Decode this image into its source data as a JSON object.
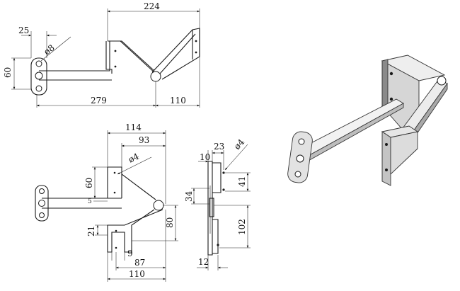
{
  "top_view": {
    "dims": {
      "d224": "224",
      "d25": "25",
      "d60": "60",
      "dia8": "ø8",
      "d279": "279",
      "d110": "110"
    }
  },
  "front_view": {
    "dims": {
      "d114": "114",
      "d93": "93",
      "dia4": "ø4",
      "d60": "60",
      "d5": "5",
      "d80": "80",
      "d21": "21",
      "d9": "9",
      "d87": "87",
      "d110": "110"
    }
  },
  "side_view": {
    "dims": {
      "d10": "10",
      "d23": "23",
      "dia4": "ø4",
      "d41": "41",
      "d34": "34",
      "d102": "102",
      "d12": "12"
    }
  },
  "colors": {
    "line": "#1a1a1a",
    "iso_light": "#eeeeee",
    "iso_mid": "#cfcfcf",
    "iso_dark": "#8a8a8a"
  }
}
